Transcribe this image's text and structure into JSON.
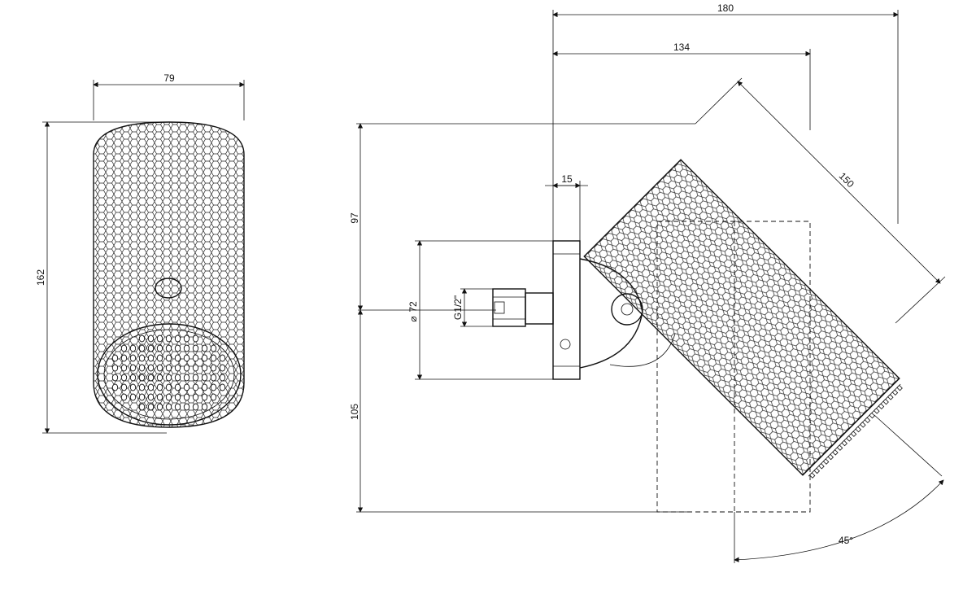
{
  "front_view": {
    "width_label": "79",
    "height_label": "162"
  },
  "side_view": {
    "overall_width_label": "180",
    "body_width_label": "134",
    "flange_label": "15",
    "length_label": "150",
    "upper_height_label": "97",
    "lower_height_label": "105",
    "diameter_label": "72",
    "thread_label": "G1/2\"",
    "angle_label": "45°"
  }
}
